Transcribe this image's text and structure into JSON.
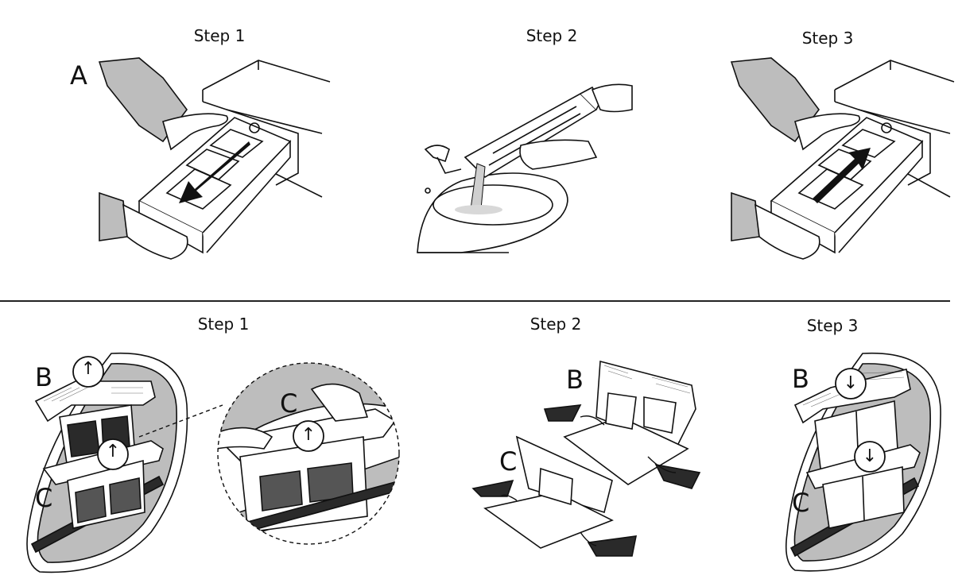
{
  "top_row": {
    "step1": {
      "title": "Step 1",
      "label": "A"
    },
    "step2": {
      "title": "Step 2"
    },
    "step3": {
      "title": "Step 3"
    }
  },
  "bottom_row": {
    "step1": {
      "title": "Step 1",
      "label_b": "B",
      "label_c": "C",
      "zoom_label_c": "C"
    },
    "step2": {
      "title": "Step 2",
      "label_b": "B",
      "label_c": "C"
    },
    "step3": {
      "title": "Step 3",
      "label_b": "B",
      "label_c": "C"
    }
  },
  "icons": {
    "arrow_up": "↑",
    "arrow_down": "↓"
  },
  "colors": {
    "ink": "#111111",
    "gray_fill": "#bdbdbd",
    "dark_fill": "#2a2a2a"
  }
}
